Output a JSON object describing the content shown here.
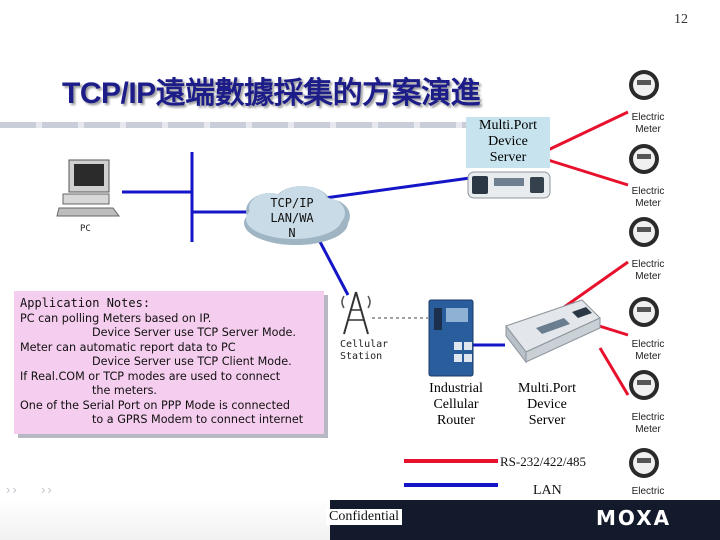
{
  "slide": {
    "number": "12",
    "title": "TCP/IP遠端數據採集的方案演進",
    "footer": "Confidential",
    "logo": "MOXA"
  },
  "diagram": {
    "pc_label": "PC",
    "cloud_label": "TCP/IP LAN/WAN",
    "cloud_lines": [
      "TCP/IP",
      "LAN/WA",
      "N"
    ],
    "multiport_top": [
      "Multi.Port",
      "Device",
      "Server"
    ],
    "cellular_station": [
      "Cellular",
      "Station"
    ],
    "industrial_router": [
      "Industrial",
      "Cellular",
      "Router"
    ],
    "multiport_bottom": [
      "Multi.Port",
      "Device",
      "Server"
    ],
    "meters": [
      [
        "Electric",
        "Meter"
      ],
      [
        "Electric",
        "Meter"
      ],
      [
        "Electric",
        "Meter"
      ],
      [
        "Electric",
        "Meter"
      ],
      [
        "Electric",
        "Meter"
      ],
      [
        "Electric"
      ]
    ],
    "legend": {
      "serial": "RS-232/422/485",
      "lan": "LAN",
      "serial_color": "#e8112d",
      "lan_color": "#1515c8"
    }
  },
  "notes": {
    "title": "Application Notes:",
    "lines": [
      "PC can polling Meters based on IP.",
      "Device Server use TCP Server Mode.",
      "Meter can automatic report data to PC",
      "Device Server use TCP Client Mode.",
      "If Real.COM or TCP modes are used to connect",
      "the meters.",
      "One of the Serial Port on PPP Mode is connected",
      "to a GPRS Modem to connect internet"
    ]
  }
}
